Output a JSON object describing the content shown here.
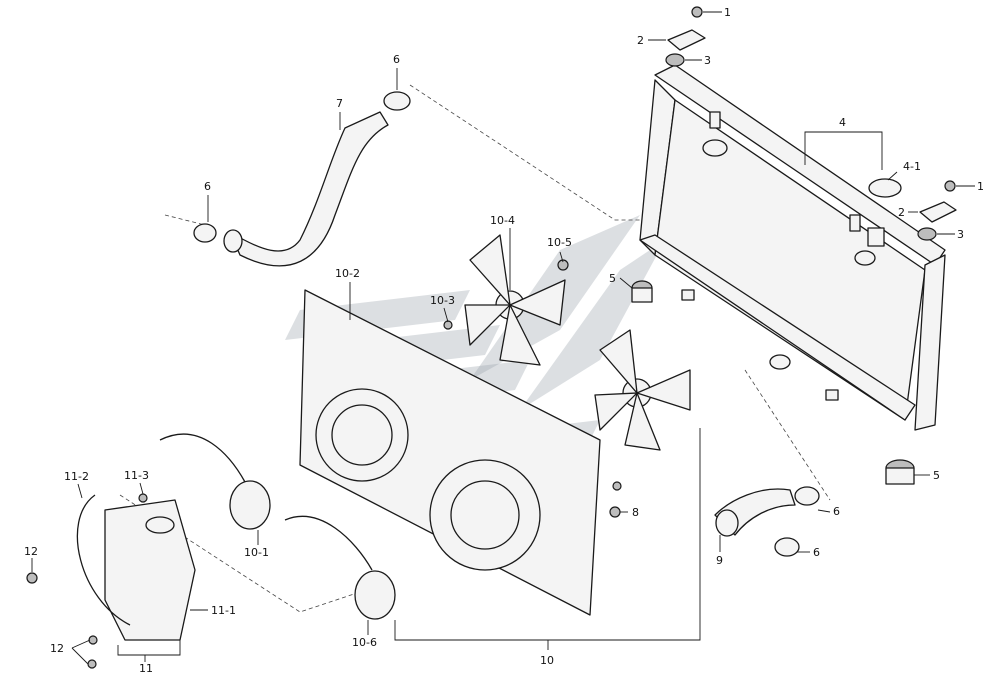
{
  "callouts": {
    "c1a": "1",
    "c2a": "2",
    "c3a": "3",
    "c4": "4",
    "c41": "4-1",
    "c1b": "1",
    "c2b": "2",
    "c3b": "3",
    "c5a": "5",
    "c5b": "5",
    "c6a": "6",
    "c6b": "6",
    "c6c": "6",
    "c6d": "6",
    "c7": "7",
    "c8": "8",
    "c9": "9",
    "c10": "10",
    "c102": "10-2",
    "c103": "10-3",
    "c104": "10-4",
    "c105": "10-5",
    "c101": "10-1",
    "c106": "10-6",
    "c11": "11",
    "c111": "11-1",
    "c112": "11-2",
    "c113": "11-3",
    "c12a": "12",
    "c12b": "12"
  },
  "icons": {
    "watermark": "brand-watermark-icon"
  }
}
